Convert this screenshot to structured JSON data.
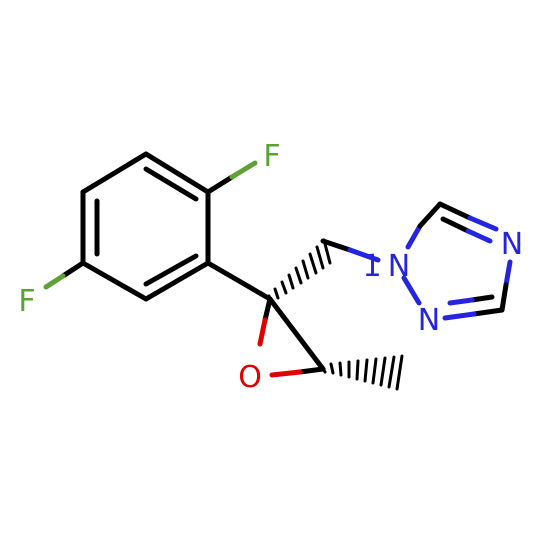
{
  "molecule": {
    "atoms": {
      "f_top": "F",
      "f_left": "F",
      "o_epoxide": "O",
      "n1": "N",
      "n_imine_top": "N",
      "n_bottom": "N",
      "n1_locant": "1"
    },
    "colors": {
      "carbon_bond": "#000000",
      "fluorine": "#5ea135",
      "oxygen": "#e00000",
      "nitrogen": "#2525e0"
    }
  }
}
